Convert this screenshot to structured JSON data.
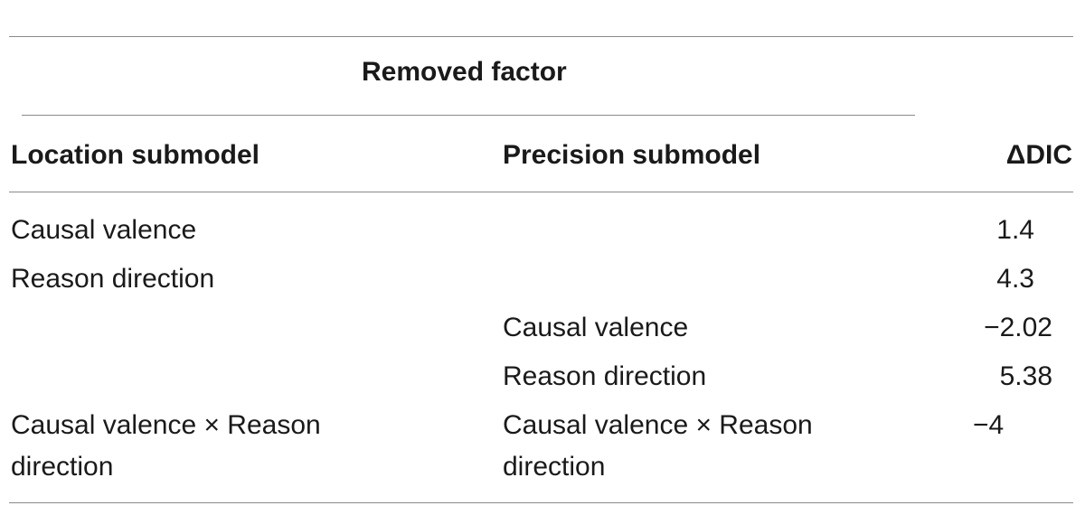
{
  "table": {
    "group_header": "Removed factor",
    "columns": {
      "location": "Location submodel",
      "precision": "Precision submodel",
      "delta_dic": "ΔDIC"
    },
    "rows": [
      {
        "location": "Causal valence",
        "precision": "",
        "delta_dic": "1.4"
      },
      {
        "location": "Reason direction",
        "precision": "",
        "delta_dic": "4.3"
      },
      {
        "location": "",
        "precision": "Causal valence",
        "delta_dic": "−2.02"
      },
      {
        "location": "",
        "precision": "Reason direction",
        "delta_dic": "5.38"
      },
      {
        "location": "Causal valence × Reason direction",
        "precision": "Causal valence × Reason direction",
        "delta_dic": "−4"
      }
    ]
  }
}
